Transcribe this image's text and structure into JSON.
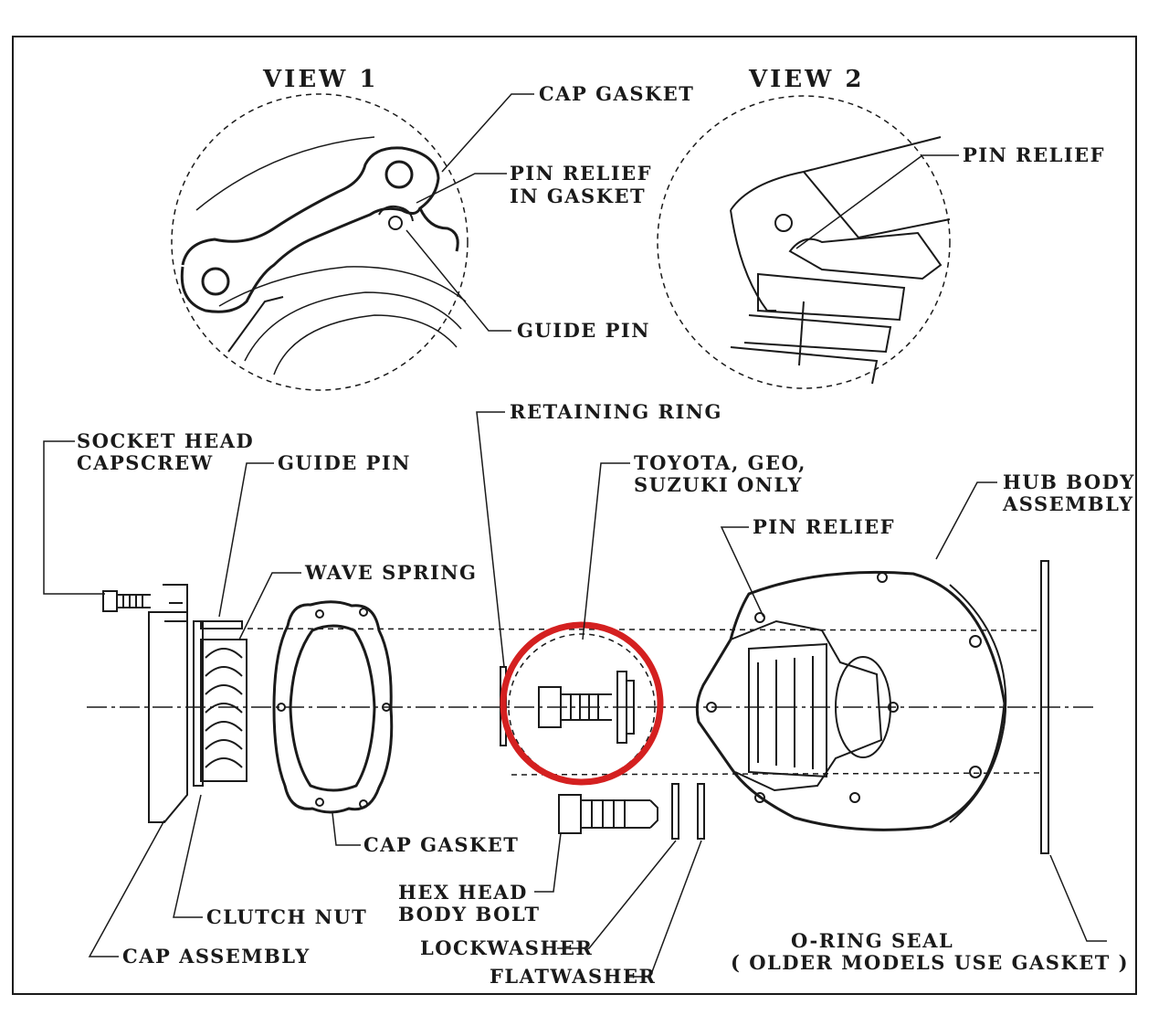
{
  "views": {
    "view1_title": "VIEW 1",
    "view2_title": "VIEW 2"
  },
  "labels": {
    "cap_gasket_top": "CAP GASKET",
    "pin_relief_gasket_1": "PIN RELIEF",
    "pin_relief_gasket_2": "IN GASKET",
    "guide_pin_top": "GUIDE PIN",
    "pin_relief_view2": "PIN RELIEF",
    "retaining_ring": "RETAINING RING",
    "socket_head_1": "SOCKET HEAD",
    "socket_head_2": "CAPSCREW",
    "guide_pin": "GUIDE PIN",
    "wave_spring": "WAVE SPRING",
    "toyota_1": "TOYOTA, GEO,",
    "toyota_2": "SUZUKI ONLY",
    "pin_relief": "PIN RELIEF",
    "hub_body_1": "HUB BODY",
    "hub_body_2": "ASSEMBLY",
    "cap_gasket": "CAP GASKET",
    "hex_head_1": "HEX HEAD",
    "hex_head_2": "BODY BOLT",
    "clutch_nut": "CLUTCH NUT",
    "cap_assembly": "CAP ASSEMBLY",
    "lockwasher": "LOCKWASHER",
    "flatwasher": "FLATWASHER",
    "o_ring_1": "O-RING SEAL",
    "o_ring_2": "( OLDER MODELS USE GASKET )"
  },
  "colors": {
    "ink": "#1a1a1a",
    "highlight": "#d42020",
    "paper": "#ffffff"
  }
}
